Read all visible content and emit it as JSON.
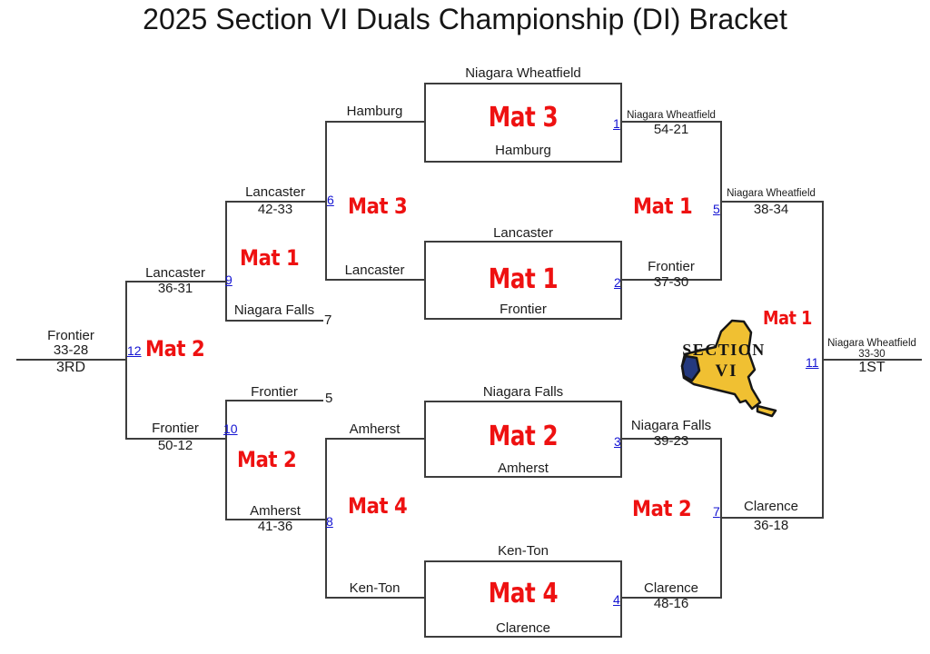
{
  "title": "2025 Section VI Duals Championship (DI) Bracket",
  "quarterfinals": [
    {
      "num": "1",
      "mat": "Mat 3",
      "above": "Niagara Wheatfield",
      "inside": "Hamburg",
      "feed": "Hamburg",
      "winner": "Niagara Wheatfield",
      "score": "54-21"
    },
    {
      "num": "2",
      "mat": "Mat 1",
      "above": "Lancaster",
      "inside": "Frontier",
      "feed": "Lancaster",
      "winner": "Frontier",
      "score": "37-30"
    },
    {
      "num": "3",
      "mat": "Mat 2",
      "above": "Niagara Falls",
      "inside": "Amherst",
      "feed": "Amherst",
      "winner": "Niagara Falls",
      "score": "39-23"
    },
    {
      "num": "4",
      "mat": "Mat 4",
      "above": "Ken-Ton",
      "inside": "Clarence",
      "feed": "Ken-Ton",
      "winner": "Clarence",
      "score": "48-16"
    }
  ],
  "semifinals": [
    {
      "num": "5",
      "mat": "Mat 1",
      "winner": "Niagara Wheatfield",
      "score": "38-34"
    },
    {
      "num": "7",
      "mat": "Mat 2",
      "winner": "Clarence",
      "score": "36-18"
    }
  ],
  "championship": {
    "num": "11",
    "mat": "Mat 1",
    "winner": "Niagara Wheatfield",
    "score": "33-30",
    "place": "1ST"
  },
  "consolation": {
    "m6": {
      "num": "6",
      "mat": "Mat 3",
      "winner": "Lancaster",
      "score": "42-33"
    },
    "m9": {
      "num": "9",
      "mat": "Mat 1",
      "winner": "Lancaster",
      "score": "36-31"
    },
    "bye7": {
      "num": "7",
      "team": "Niagara Falls"
    },
    "bye5": {
      "num": "5",
      "team": "Frontier"
    },
    "m10": {
      "num": "10",
      "mat": "Mat 2",
      "winner": "Frontier",
      "score": "50-12"
    },
    "m8": {
      "num": "8",
      "mat": "Mat 4",
      "winner": "Amherst",
      "score": "41-36"
    },
    "third": {
      "num": "12",
      "mat": "Mat 2",
      "winner": "Frontier",
      "score": "33-28",
      "place": "3RD"
    }
  },
  "logo": {
    "line1": "SECTION",
    "line2": "VI"
  },
  "colors": {
    "mat_label": "#EE1111",
    "match_link": "#1414D2",
    "line": "#3D3D3D",
    "logo_gold": "#F0C032",
    "logo_navy": "#24397E"
  }
}
